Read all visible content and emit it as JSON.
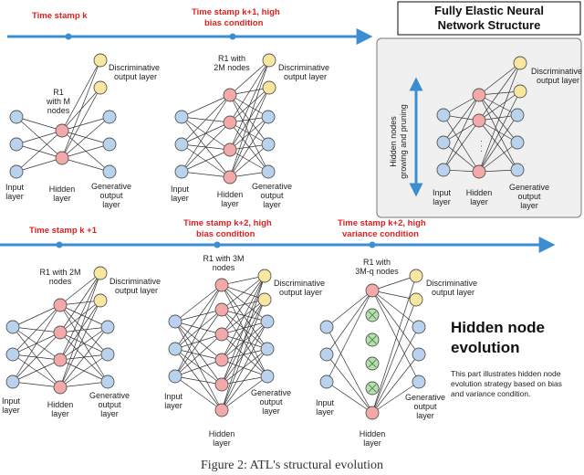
{
  "top_timeline": {
    "stamp_k": "Time stamp k",
    "stamp_k1_line1": "Time stamp k+1, high",
    "stamp_k1_line2": "bias condition"
  },
  "bottom_timeline": {
    "stamp_k1": "Time stamp k +1",
    "stamp_k2_bias_line1": "Time stamp k+2, high",
    "stamp_k2_bias_line2": "bias condition",
    "stamp_k2_var_line1": "Time stamp k+2, high",
    "stamp_k2_var_line2": "variance condition"
  },
  "labels": {
    "input_line1": "Input",
    "input_line2": "layer",
    "hidden_line1": "Hidden",
    "hidden_line2": "layer",
    "generative_line1": "Generative",
    "generative_line2": "output",
    "generative_line3": "layer",
    "discriminative_line1": "Discriminative",
    "discriminative_line2": "output layer"
  },
  "networks": {
    "n1_r1_lines": [
      "R1",
      "with M",
      "nodes"
    ],
    "n2_r1_lines": [
      "R1 with",
      "2M nodes"
    ],
    "n3_r1_lines": [
      "R1 with 2M",
      "nodes"
    ],
    "n4_r1_lines": [
      "R1 with 3M",
      "nodes"
    ],
    "n5_r1_lines": [
      "R1 with",
      "3M-q nodes"
    ]
  },
  "fens": {
    "title_line1": "Fully Elastic Neural",
    "title_line2": "Network Structure",
    "side_line1": "Hidden nodes",
    "side_line2": "growing and pruning",
    "dots": "· · ·"
  },
  "evolution": {
    "title_line1": "Hidden node",
    "title_line2": "evolution",
    "desc_line1": "This part illustrates hidden node",
    "desc_line2": "evolution strategy based on bias",
    "desc_line3": "and variance condition."
  },
  "caption": "Figure 2: ATL's structural evolution",
  "colors": {
    "input_node": "#b9d3ee",
    "hidden_node": "#f4a9a9",
    "discriminative_node": "#f9e79f",
    "pruned_node": "#b7e0b0",
    "timeline": "#3b8ed0",
    "timestamp_text": "#e02020"
  }
}
